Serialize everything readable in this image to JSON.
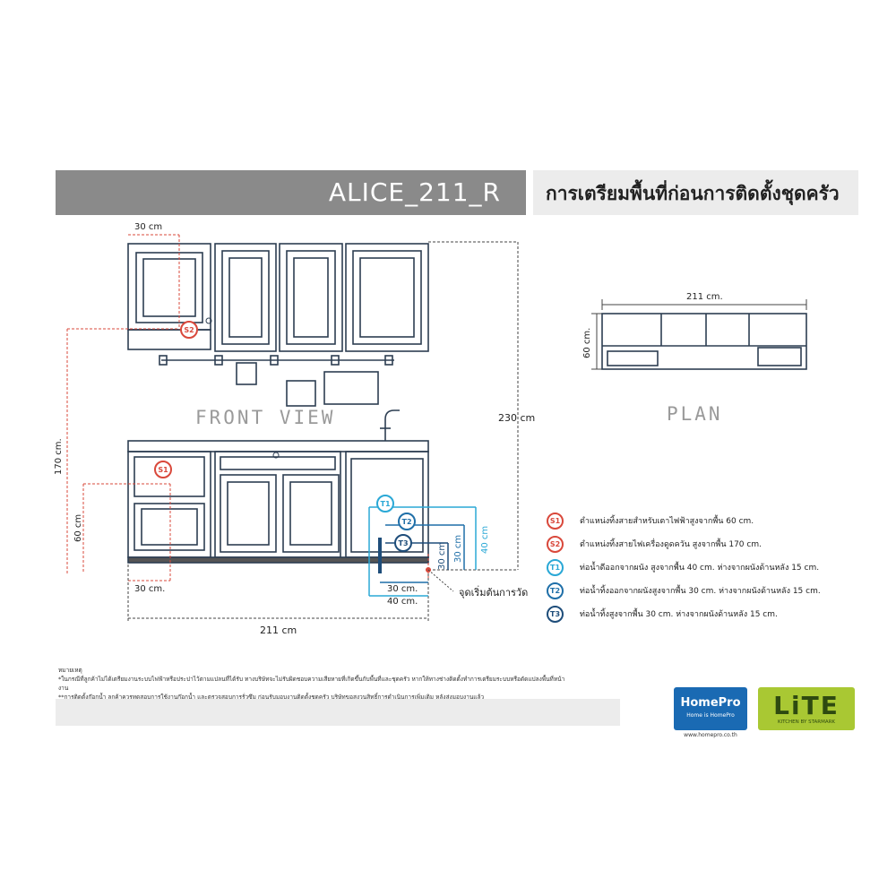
{
  "header": {
    "model": "ALICE_211_R",
    "title": "การเตรียมพื้นที่ก่อนการติดตั้งชุดครัว"
  },
  "front_view": {
    "label": "FRONT VIEW",
    "dimensions": {
      "top_offset": "30 cm",
      "bottom_offset": "30 cm.",
      "height_s2": "170 cm.",
      "height_s1": "60 cm",
      "total_height": "230 cm",
      "total_width": "211 cm",
      "t_offset_30": "30 cm.",
      "t_offset_40": "40 cm.",
      "t1_height": "40 cm",
      "t2_height": "30 cm",
      "t3_height": "30 cm"
    },
    "start_point_label": "จุดเริ่มต้นการวัด",
    "markers": [
      "S1",
      "S2",
      "T1",
      "T2",
      "T3"
    ]
  },
  "plan_view": {
    "label": "PLAN",
    "width": "211 cm.",
    "depth": "60 cm."
  },
  "legend": [
    {
      "code": "S1",
      "text": "ตำแหน่งทิ้งสายสำหรับเตาไฟฟ้าสูงจากพื้น 60 cm.",
      "color": "#d9483b"
    },
    {
      "code": "S2",
      "text": "ตำแหน่งทิ้งสายไฟเครื่องดูดควัน สูงจากพื้น 170 cm.",
      "color": "#d9483b"
    },
    {
      "code": "T1",
      "text": "ท่อน้ำดีออกจากผนัง สูงจากพื้น 40 cm. ห่างจากผนังด้านหลัง 15 cm.",
      "color": "#2aa8d6"
    },
    {
      "code": "T2",
      "text": "ท่อน้ำทิ้งออกจากผนังสูงจากพื้น 30 cm. ห่างจากผนังด้านหลัง 15 cm.",
      "color": "#1f6fa8"
    },
    {
      "code": "T3",
      "text": "ท่อน้ำทิ้งสูงจากพื้น 30 cm. ห่างจากผนังด้านหลัง 15 cm.",
      "color": "#1e4d7a"
    }
  ],
  "notes": {
    "heading": "หมายเหตุ",
    "line1": "*ในกรณีที่ลูกค้าไม่ได้เตรียมงานระบบไฟฟ้าหรือประปาไว้ตามแปลนที่ได้รับ ทางบริษัทจะไม่รับผิดชอบความเสียหายที่เกิดขึ้นกับพื้นที่และชุดครัว หากให้ทางช่างติดตั้งทำการเตรียมระบบหรือดัดแปลงพื้นที่หน้างาน",
    "line2": "**การติดตั้งก๊อกน้ำ ลูกค้าควรทดสอบการใช้งานก๊อกน้ำ และตรวจสอบการรั่วซึม ก่อนรับมอบงานติดตั้งชุดครัว บริษัทขอสงวนสิทธิ์การดำเนินการเพิ่มเติม หลังส่งมอบงานแล้ว"
  },
  "logos": {
    "homepro_name": "HomePro",
    "homepro_tagline": "Home is HomePro",
    "homepro_url": "www.homepro.co.th",
    "lite_name": "LiTE",
    "lite_tagline": "KITCHEN BY STARMARK"
  },
  "colors": {
    "red_dim": "#d9483b",
    "t1": "#2aa8d6",
    "t2": "#1f6fa8",
    "t3": "#1e4d7a",
    "cabinet": "#2d3e52"
  }
}
